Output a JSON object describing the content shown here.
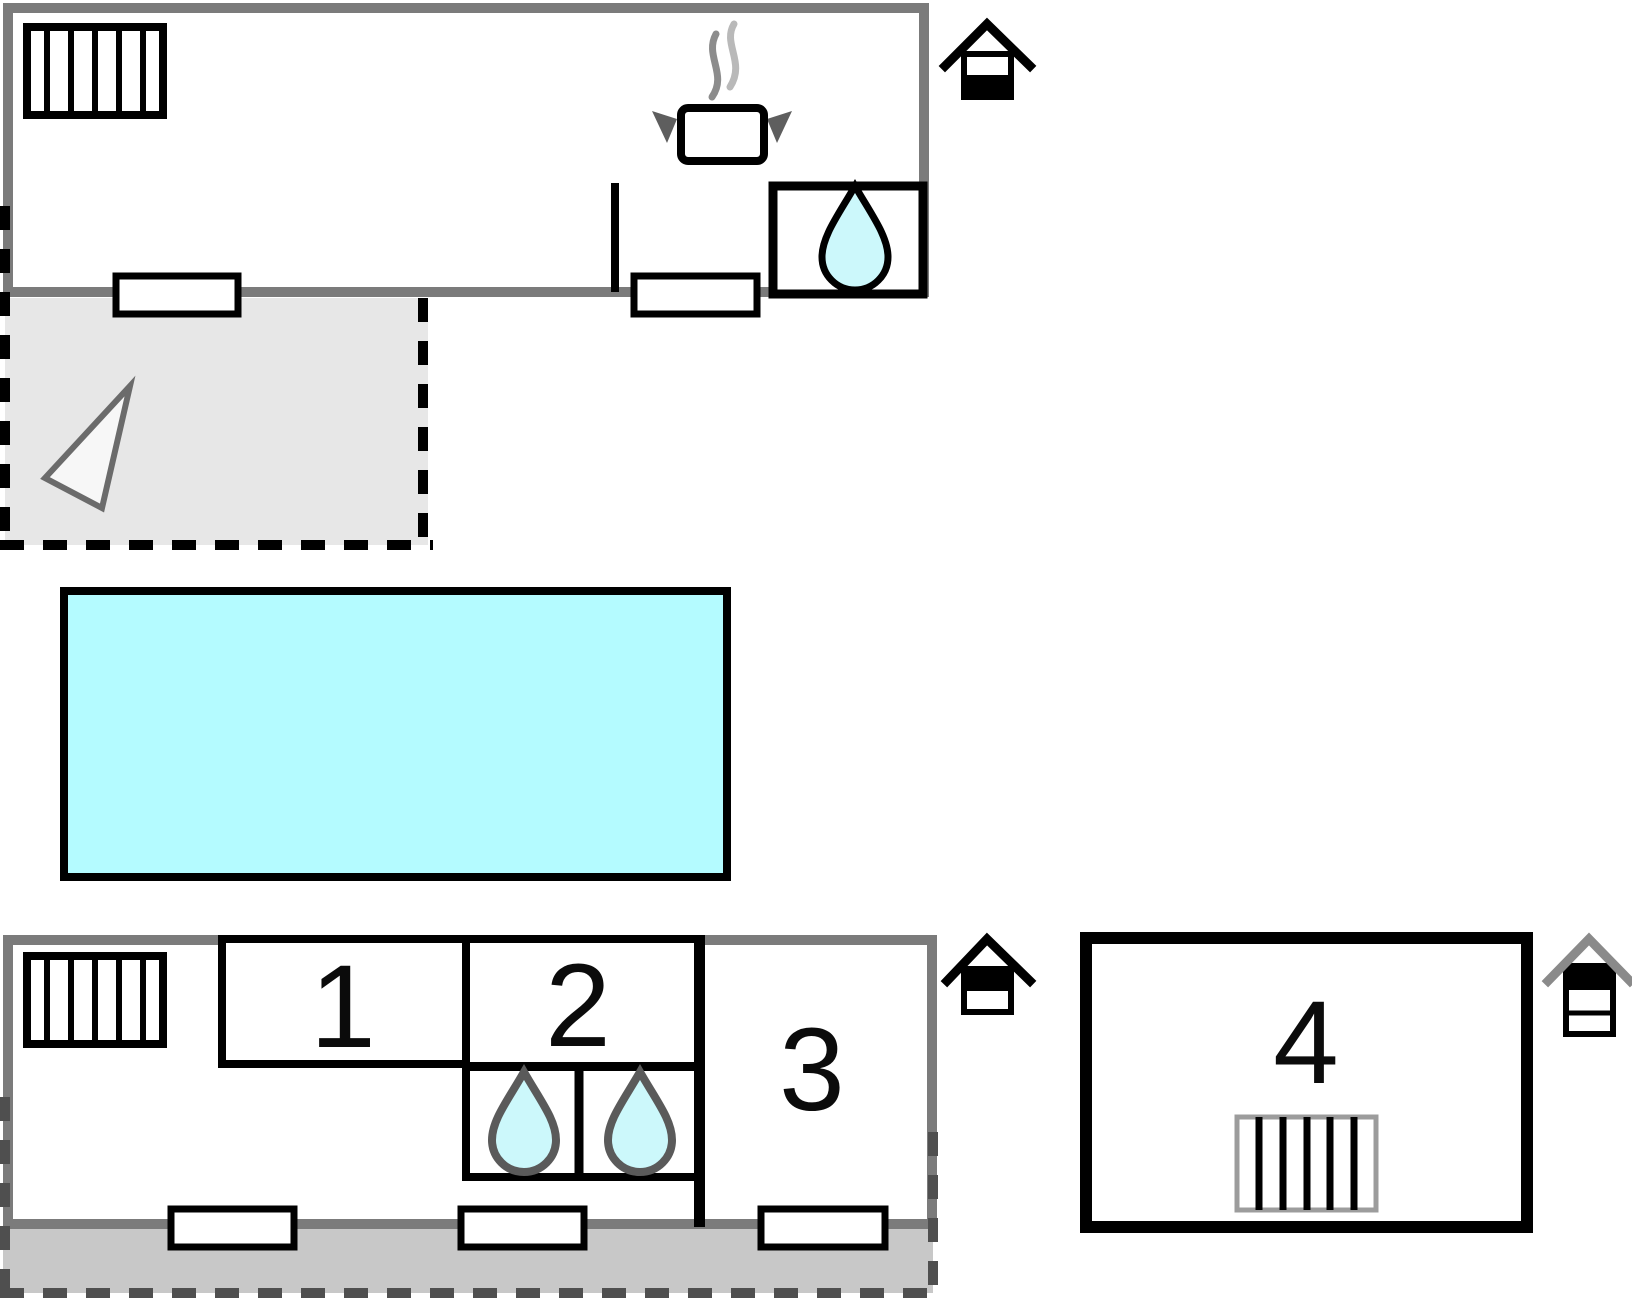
{
  "plan": {
    "type": "vacation-home-floor-plan",
    "rooms": [
      {
        "label": "1"
      },
      {
        "label": "2"
      },
      {
        "label": "3"
      },
      {
        "label": "4"
      }
    ],
    "features": {
      "staircases": 3,
      "stove": "pot-with-steam",
      "water_drops": 3,
      "windows": 5,
      "pool": "swimming-pool",
      "terraces": 2,
      "north_arrow": "compass-triangle",
      "level_icons": [
        "house-bottom-half-filled",
        "house-top-half-filled",
        "house-three-rows-top-filled"
      ]
    },
    "colors": {
      "pool": "#b4fbff",
      "water_drop": "#ccf8fb",
      "wall": "#7b7b7b",
      "terrace_upper": "#e7e7e7",
      "terrace_lower": "#c8c8c8",
      "dash_upper": "#000000",
      "dash_lower": "#4f4f4f",
      "outline": "#000000",
      "compass_stroke": "#6b6b6b",
      "compass_fill": "#f7f7f7",
      "roof_gray": "#8a8a8a",
      "steam_dark": "#8c8c8c",
      "steam_light": "#b9b9b9"
    }
  }
}
